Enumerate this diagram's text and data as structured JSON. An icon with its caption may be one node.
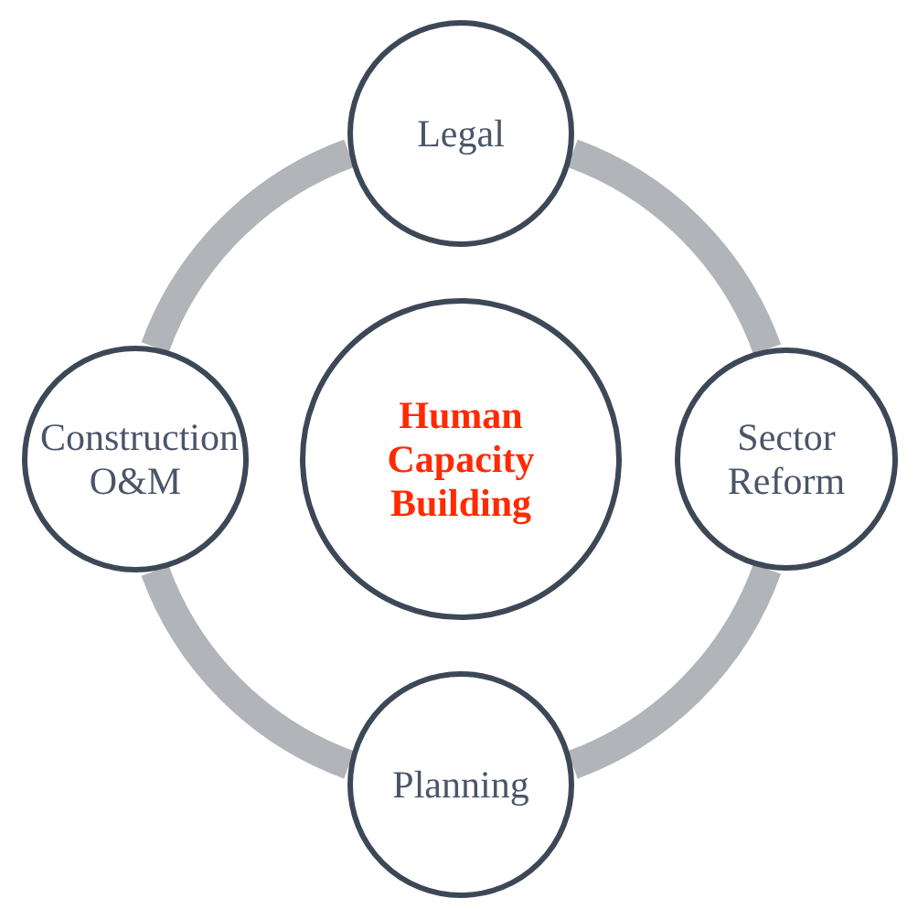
{
  "diagram": {
    "nodes": [
      {
        "text": [
          "Legal"
        ]
      },
      {
        "text": [
          "Construction O&M"
        ]
      },
      {
        "text": [
          "Human Capacity Building"
        ]
      },
      {
        "text": [
          "Sector Reform"
        ]
      },
      {
        "text": [
          "Planning"
        ]
      }
    ],
    "edges": [
      {
        "from": 0,
        "to": 3,
        "arrow": "none"
      },
      {
        "from": 3,
        "to": 4,
        "arrow": "none"
      },
      {
        "from": 4,
        "to": 1,
        "arrow": "none"
      },
      {
        "from": 1,
        "to": 0,
        "arrow": "none"
      }
    ]
  }
}
